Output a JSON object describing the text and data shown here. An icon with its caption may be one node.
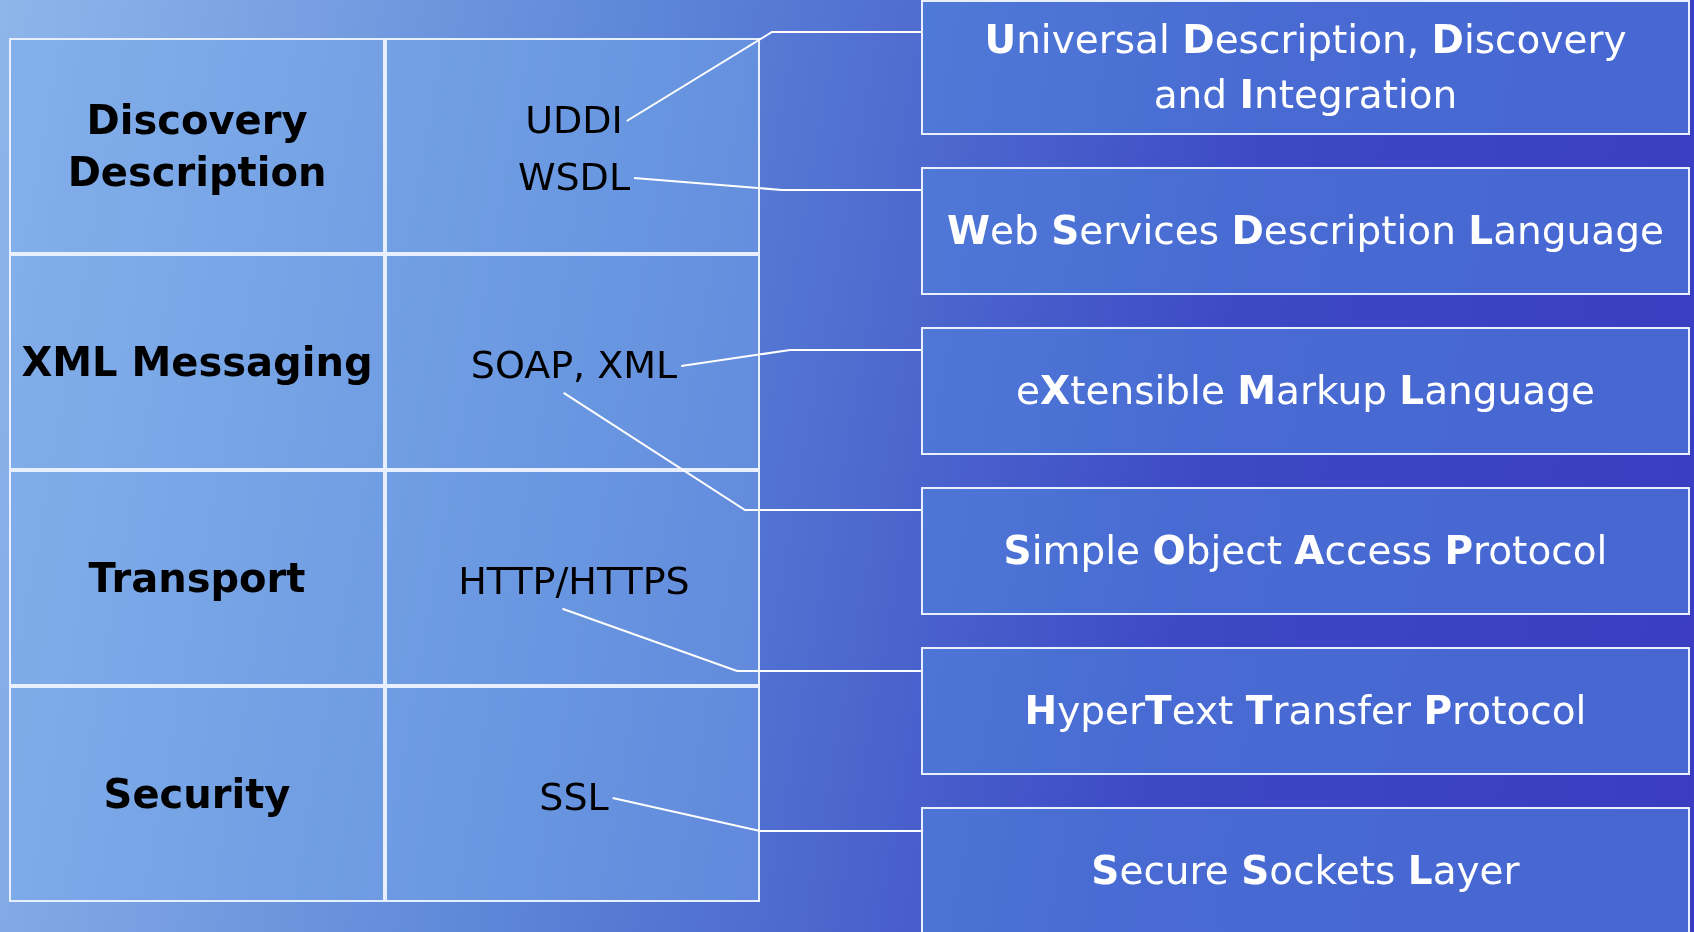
{
  "diagram": {
    "nodes": [
      {
        "text": [
          "Discovery Description"
        ]
      },
      {
        "text": [],
        "shape": "box"
      },
      {
        "text": [
          "UDDI"
        ],
        "in": 1
      },
      {
        "text": [
          "WSDL"
        ],
        "in": 1
      },
      {
        "text": [
          "XML Messaging"
        ]
      },
      {
        "text": [],
        "shape": "box"
      },
      {
        "text": [
          "SOAP, XML"
        ],
        "in": 5
      },
      {
        "text": [
          "Transport"
        ]
      },
      {
        "text": [],
        "shape": "box"
      },
      {
        "text": [
          "HTTP/HTTPS"
        ],
        "in": 8
      },
      {
        "text": [
          "Security"
        ]
      },
      {
        "text": [],
        "shape": "box"
      },
      {
        "text": [
          "SSL"
        ],
        "in": 11
      },
      {
        "text": [
          "**U**niversal **D**escription, **D**iscovery and **I**ntegration"
        ]
      },
      {
        "text": [
          "**W**eb **S**ervices **D**escription **L**anguage"
        ]
      },
      {
        "text": [
          "e**X**tensible **M**arkup **L**anguage"
        ]
      },
      {
        "text": [
          "**S**imple **O**bject **A**ccess **P**rotocol"
        ]
      },
      {
        "text": [
          "**H**yper**T**ext **T**ransfer **P**rotocol"
        ]
      },
      {
        "text": [
          "**S**ecure **S**ockets **L**ayer"
        ]
      }
    ],
    "edges": [
      {
        "from": 2,
        "to": 13,
        "arrow": "none"
      },
      {
        "from": 3,
        "to": 14,
        "arrow": "none"
      },
      {
        "from": 6,
        "to": 15,
        "arrow": "none"
      },
      {
        "from": 6,
        "to": 16,
        "arrow": "none"
      },
      {
        "from": 9,
        "to": 17,
        "arrow": "none"
      },
      {
        "from": 12,
        "to": 18,
        "arrow": "none"
      }
    ]
  }
}
